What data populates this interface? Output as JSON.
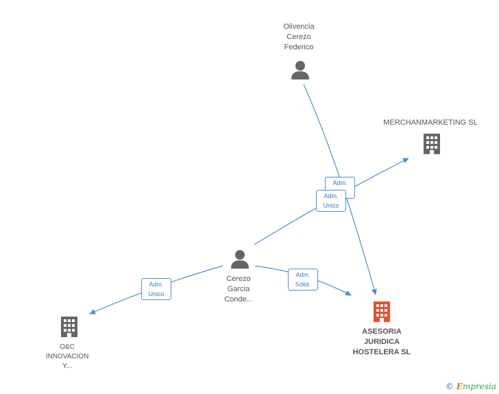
{
  "nodes": {
    "olivencia": {
      "label": "Olivencia\nCerezo\nFederico",
      "icon": "person-icon"
    },
    "merchan": {
      "label": "MERCHANMARKETING SL",
      "icon": "building-icon"
    },
    "cerezo": {
      "label": "Cerezo\nGarcia\nConde...",
      "icon": "person-icon"
    },
    "oc": {
      "label": "O&C\nINNOVACION\nY...",
      "icon": "building-icon"
    },
    "asesoria": {
      "label": "ASESORIA\nJURIDICA\nHOSTELERA SL",
      "icon": "building-icon"
    }
  },
  "edges": {
    "olivencia_asesoria": "Adm.\n...",
    "cerezo_merchan": "Adm.\nUnico",
    "cerezo_oc": "Adm.\nUnico",
    "cerezo_asesoria": "Adm.\nSolid."
  },
  "colors": {
    "edge": "#4a8fd6",
    "icon": "#666666",
    "focus": "#e8502b"
  },
  "brand": {
    "copyright": "©",
    "name_first": "E",
    "name_rest": "mpresia"
  }
}
